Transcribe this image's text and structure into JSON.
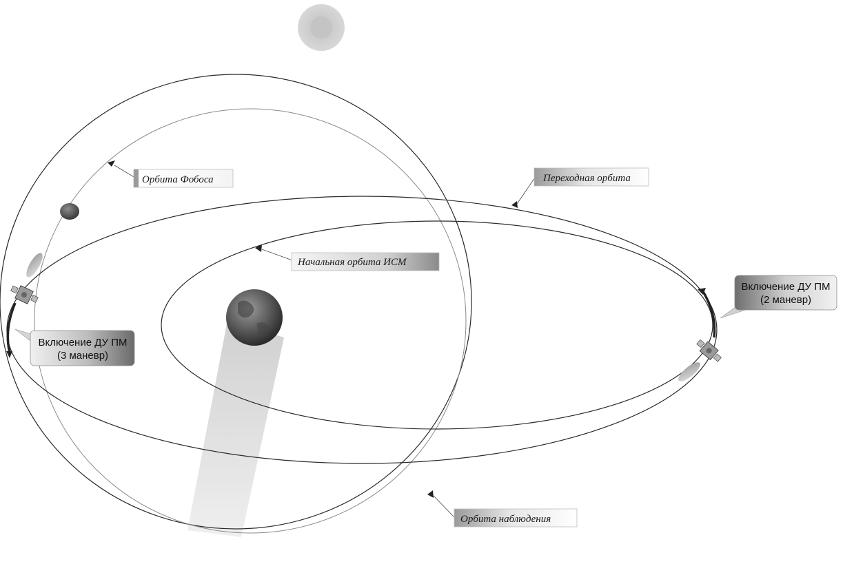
{
  "labels": {
    "phobos_orbit": "Орбита Фобоса",
    "transfer_orbit": "Переходная орбита",
    "initial_orbit": "Начальная орбита ИСМ",
    "observation_orbit": "Орбита наблюдения",
    "burn_2": {
      "line1": "Включение ДУ ПМ",
      "line2": "(2 маневр)"
    },
    "burn_3": {
      "line1": "Включение ДУ ПМ",
      "line2": "(3 маневр)"
    }
  },
  "colors": {
    "orbit": "#2a2a2a",
    "orbit_light": "#8a8a8a",
    "planet": "#5a5a5a",
    "sun": "#cfcfcf",
    "shadow": "#dcdcdc"
  }
}
